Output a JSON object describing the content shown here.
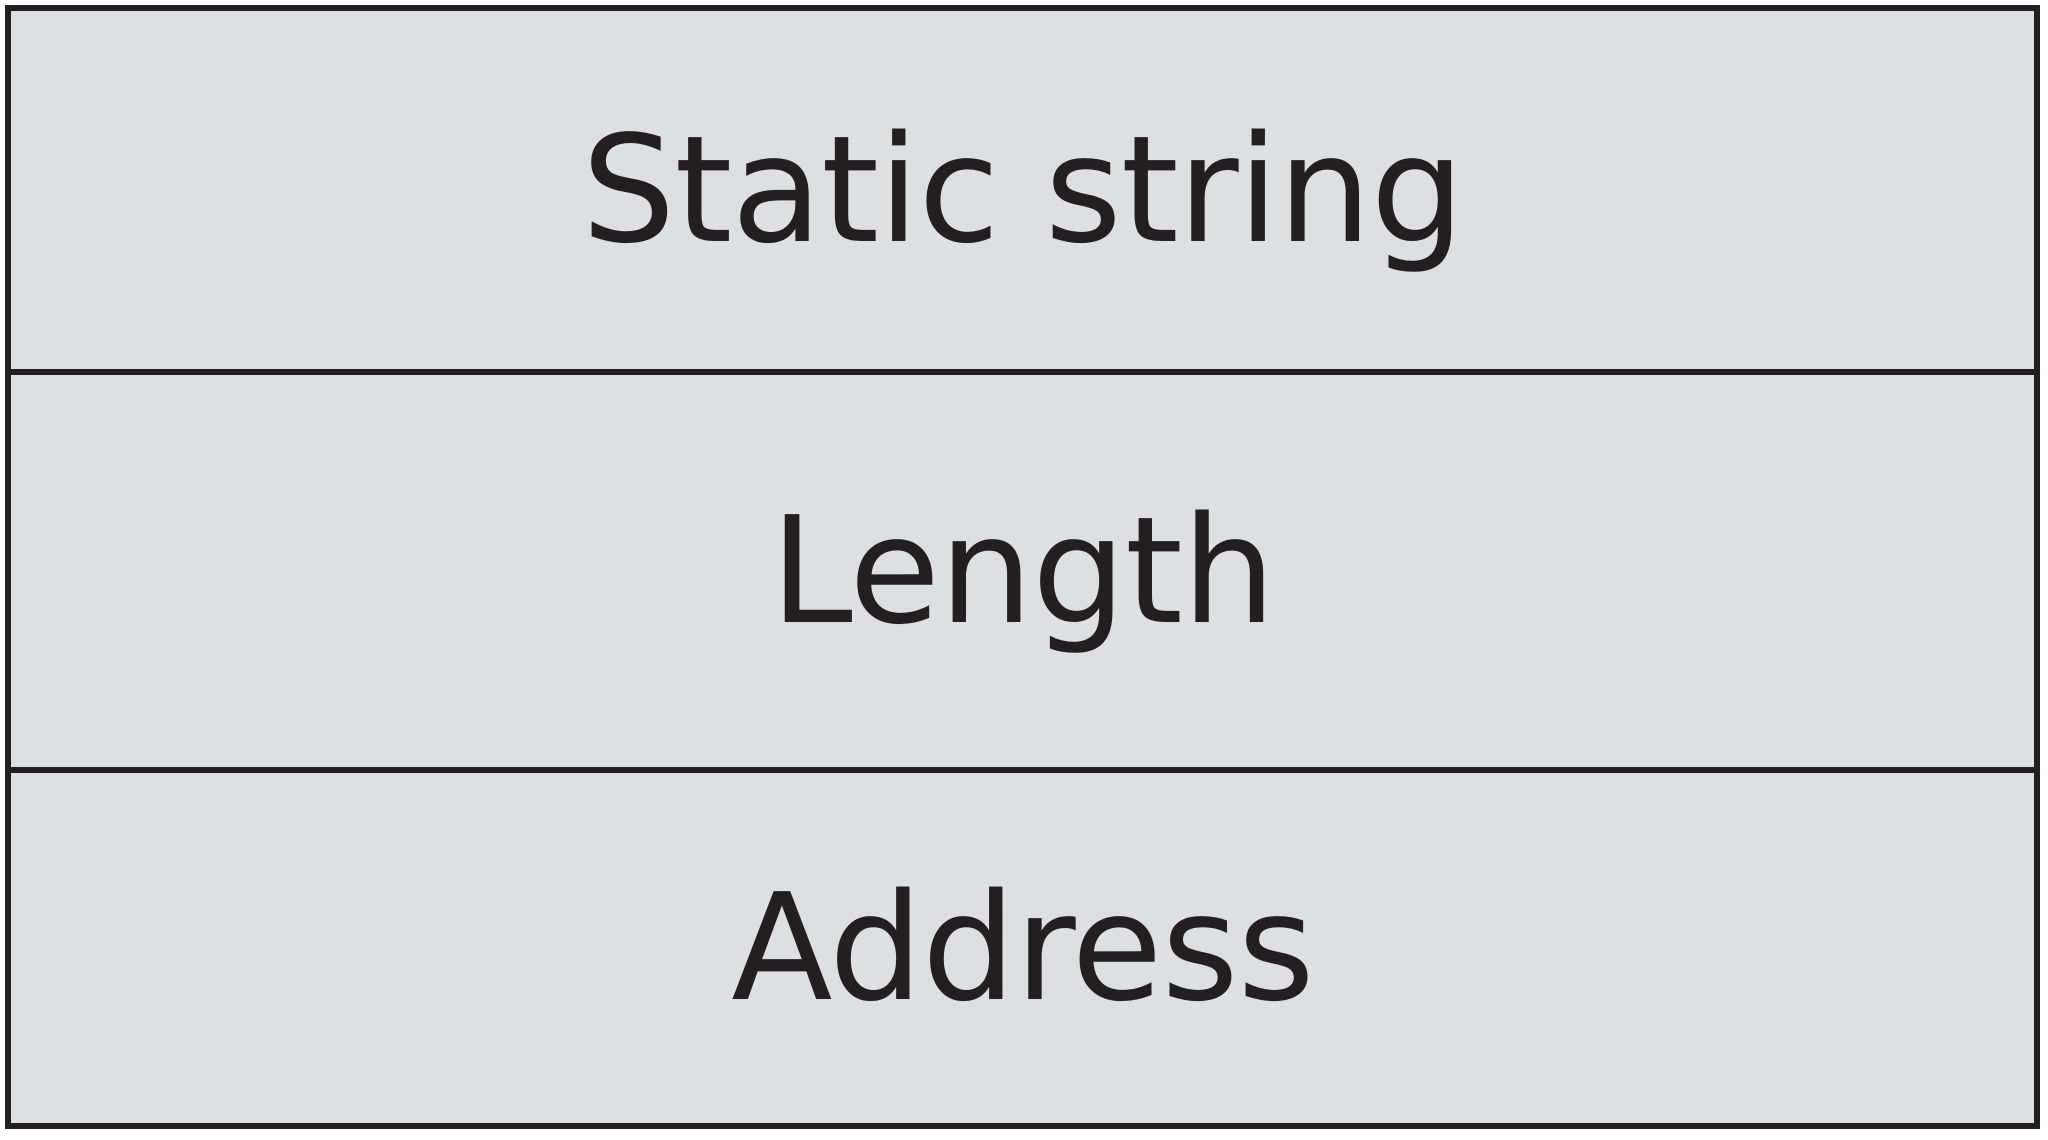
{
  "diagram": {
    "fill_color": "#dddfe0",
    "border_color": "#231f20",
    "rows": [
      {
        "label": "Static string"
      },
      {
        "label": "Length"
      },
      {
        "label": "Address"
      }
    ]
  }
}
